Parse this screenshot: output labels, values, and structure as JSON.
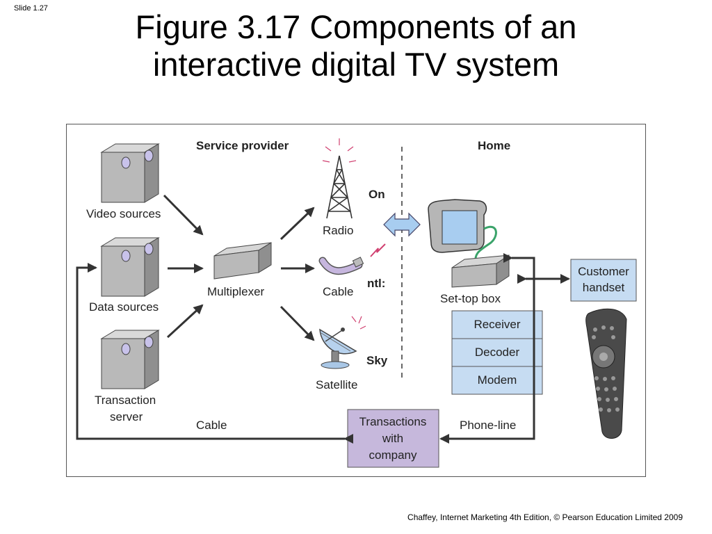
{
  "slide_number": "Slide 1.27",
  "title": {
    "line1": "Figure 3.17  Components of an",
    "line2": "interactive digital TV system"
  },
  "footer": "Chaffey, Internet Marketing 4th Edition, © Pearson Education Limited 2009",
  "diagram": {
    "service_provider_header": "Service provider",
    "home_header": "Home",
    "video_sources": "Video sources",
    "data_sources": "Data sources",
    "transaction_server": [
      "Transaction",
      "server"
    ],
    "multiplexer": "Multiplexer",
    "radio": "Radio",
    "cable": "Cable",
    "satellite": "Satellite",
    "brand_on": "On",
    "brand_ntl": "ntl:",
    "brand_sky": "Sky",
    "set_top_box": "Set-top box",
    "stb_components": [
      "Receiver",
      "Decoder",
      "Modem"
    ],
    "customer_handset": [
      "Customer",
      "handset"
    ],
    "transactions": [
      "Transactions",
      "with",
      "company"
    ],
    "cable_return": "Cable",
    "phone_line": "Phone-line",
    "colors": {
      "box_face": "#b9b9b9",
      "stb_panel": "#c6dcf2",
      "transactions_box": "#c6b8dc",
      "arrow": "#333333",
      "cable_wire": "#3aa36a"
    }
  }
}
